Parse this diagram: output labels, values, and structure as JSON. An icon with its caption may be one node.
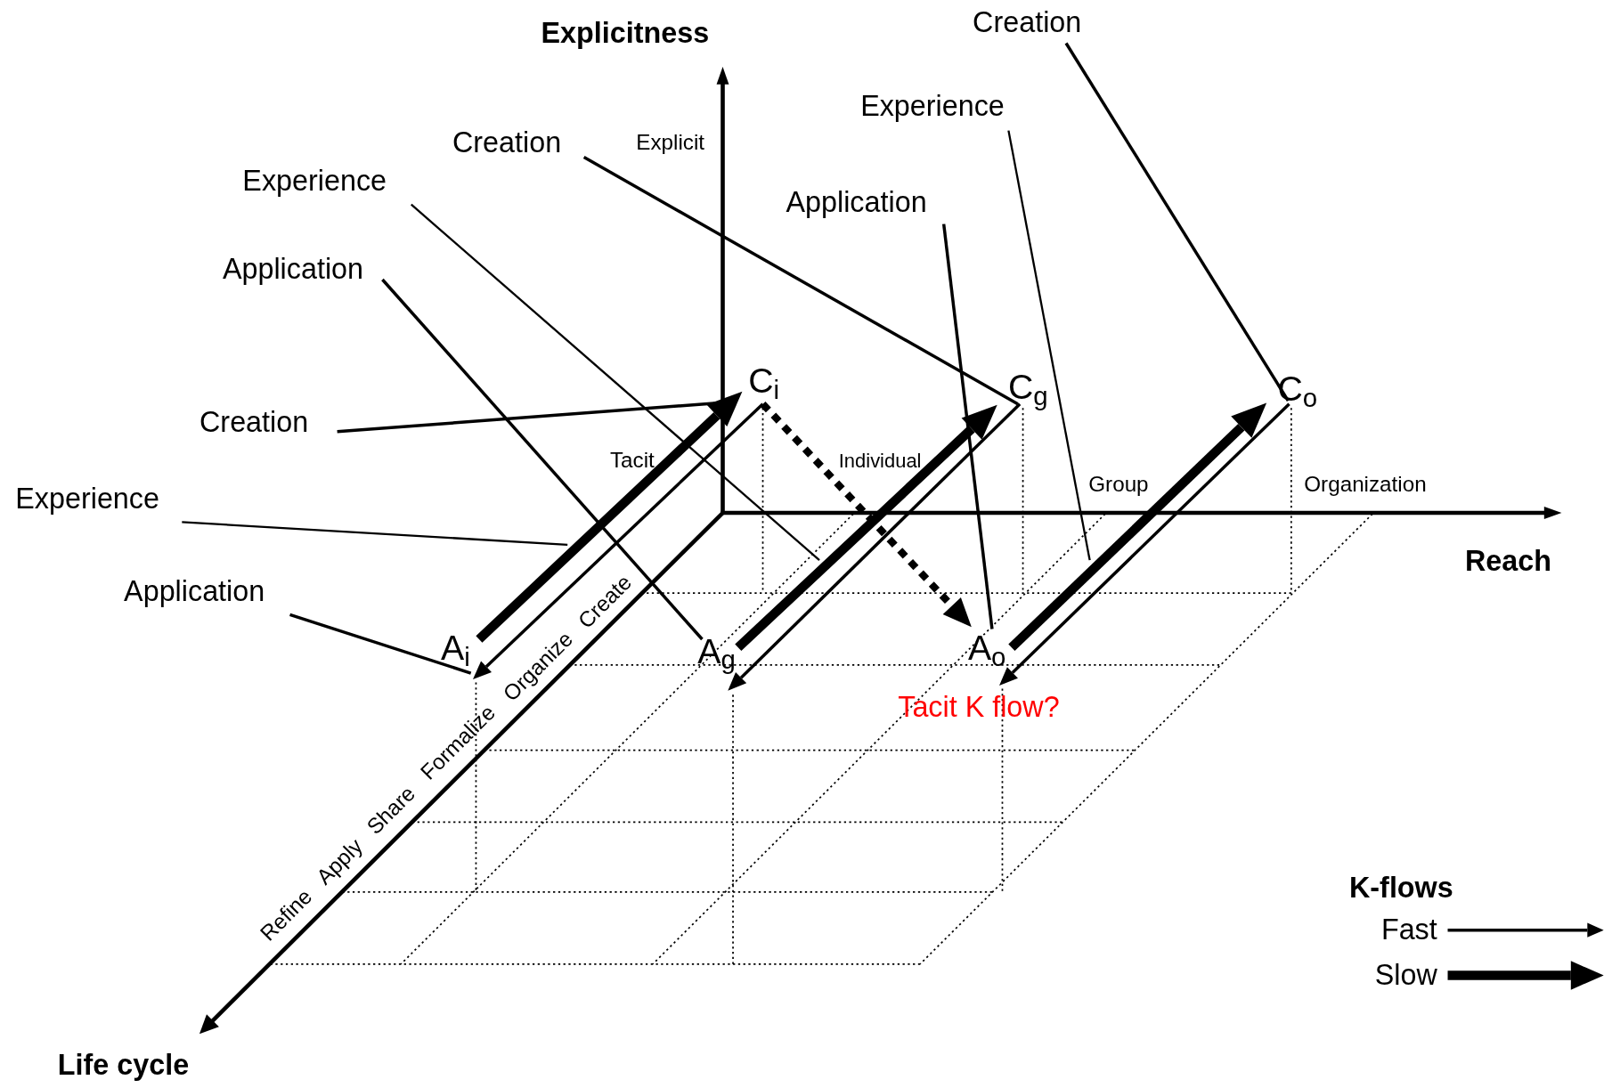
{
  "diagram": {
    "nodes": [
      {
        "text": [
          "Creation"
        ]
      },
      {
        "text": [
          "Experience"
        ]
      },
      {
        "text": [
          "Creation"
        ]
      },
      {
        "text": [
          "Experience"
        ]
      },
      {
        "text": [
          "Application"
        ]
      },
      {
        "text": [
          "Application"
        ]
      },
      {
        "text": [
          "C$_{i}$"
        ]
      },
      {
        "text": [
          "C$_{g}$"
        ]
      },
      {
        "text": [
          "C$_{o}$"
        ]
      },
      {
        "text": [
          "Creation"
        ]
      },
      {
        "text": [
          "Experience"
        ]
      },
      {
        "text": [
          "Application"
        ]
      },
      {
        "text": [
          "A$_{i}$"
        ]
      },
      {
        "text": [
          "A$_{g}$"
        ]
      },
      {
        "text": [
          "A$_{o}$"
        ]
      }
    ],
    "edges": [
      {
        "from": 12,
        "to": 6,
        "arrow": "to",
        "style": "thick"
      },
      {
        "from": 6,
        "to": 12,
        "arrow": "to"
      },
      {
        "from": 13,
        "to": 7,
        "arrow": "to",
        "style": "thick"
      },
      {
        "from": 7,
        "to": 13,
        "arrow": "to"
      },
      {
        "from": 14,
        "to": 8,
        "arrow": "to",
        "style": "thick"
      },
      {
        "from": 8,
        "to": 14,
        "arrow": "to"
      },
      {
        "from": 6,
        "to": 14,
        "arrow": "to",
        "style": "dashed"
      },
      {
        "from": 0,
        "to": 8,
        "arrow": "none"
      },
      {
        "from": 1,
        "to": null,
        "arrow": "none"
      },
      {
        "from": 4,
        "to": 14,
        "arrow": "none"
      },
      {
        "from": 2,
        "to": 7,
        "arrow": "none"
      },
      {
        "from": 3,
        "to": null,
        "arrow": "none"
      },
      {
        "from": 5,
        "to": 13,
        "arrow": "none"
      },
      {
        "from": 9,
        "to": 6,
        "arrow": "none"
      },
      {
        "from": 10,
        "to": null,
        "arrow": "none"
      },
      {
        "from": 11,
        "to": 12,
        "arrow": "none"
      }
    ],
    "labels": [
      "Explicitness",
      "Explicit",
      "Tacit",
      "Individual",
      "Group",
      "Organization",
      "Reach",
      "Refine",
      "Apply",
      "Share",
      "Formalize",
      "Organize",
      "Create",
      "Tacit K flow?",
      "K-flows",
      "Life cycle"
    ],
    "legend": [
      {
        "text": "Fast"
      },
      {
        "text": "Slow"
      }
    ]
  }
}
